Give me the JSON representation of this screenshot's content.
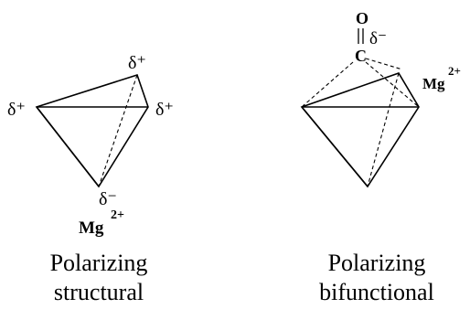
{
  "structural": {
    "charge_top": "δ⁺",
    "charge_left": "δ⁺",
    "charge_right": "δ⁺",
    "charge_bottom": "δ⁻",
    "metal": "Mg",
    "metal_charge": "2+",
    "caption_line1": "Polarizing",
    "caption_line2": "structural"
  },
  "bifunctional": {
    "oxygen": "O",
    "carbon": "C",
    "carbonyl_charge": "δ⁻",
    "metal": "Mg",
    "metal_charge": "2+",
    "caption_line1": "Polarizing",
    "caption_line2": "bifunctional"
  }
}
